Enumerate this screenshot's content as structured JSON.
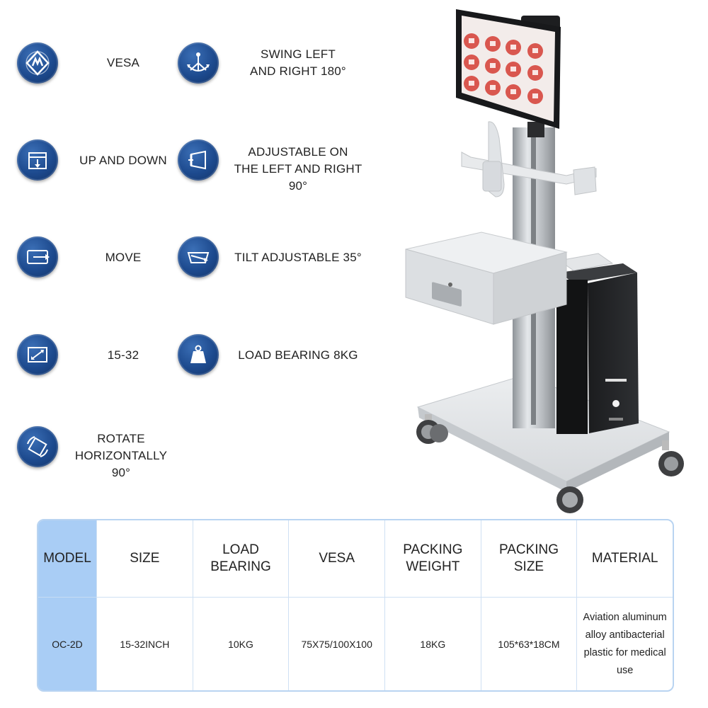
{
  "features": [
    {
      "icon": "vesa-icon",
      "label_lines": [
        "VESA"
      ]
    },
    {
      "icon": "swing-icon",
      "label_lines": [
        "SWING LEFT",
        "AND RIGHT 180°"
      ]
    },
    {
      "icon": "up-down-icon",
      "label_lines": [
        "UP AND DOWN"
      ]
    },
    {
      "icon": "adjust-left-right-icon",
      "label_lines": [
        "ADJUSTABLE ON",
        "THE LEFT AND RIGHT 90°"
      ]
    },
    {
      "icon": "move-icon",
      "label_lines": [
        "MOVE"
      ]
    },
    {
      "icon": "tilt-icon",
      "label_lines": [
        "TILT ADJUSTABLE 35°"
      ]
    },
    {
      "icon": "screen-size-icon",
      "label_lines": [
        "15-32"
      ]
    },
    {
      "icon": "load-bearing-icon",
      "label_lines": [
        "LOAD BEARING 8KG"
      ]
    },
    {
      "icon": "rotate-icon",
      "label_lines": [
        "ROTATE",
        "HORIZONTALLY 90°"
      ]
    }
  ],
  "table": {
    "headers": {
      "model": "MODEL",
      "size": "SIZE",
      "load_bearing": "LOAD BEARING",
      "vesa": "VESA",
      "packing_weight_1": "PACKING",
      "packing_weight_2": "WEIGHT",
      "packing_size": "PACKING SIZE",
      "material": "MATERIAL"
    },
    "row": {
      "model": "OC-2D",
      "size": "15-32INCH",
      "load_bearing": "10KG",
      "vesa": "75X75/100X100",
      "packing_weight": "18KG",
      "packing_size": "105*63*18CM",
      "material_lines": [
        "Aviation aluminum",
        "alloy antibacterial",
        "plastic for medical",
        "use"
      ]
    }
  },
  "colors": {
    "icon_blue": "#1d4a8e",
    "table_border": "#b9d4f1",
    "model_column": "#a9cdf5"
  }
}
